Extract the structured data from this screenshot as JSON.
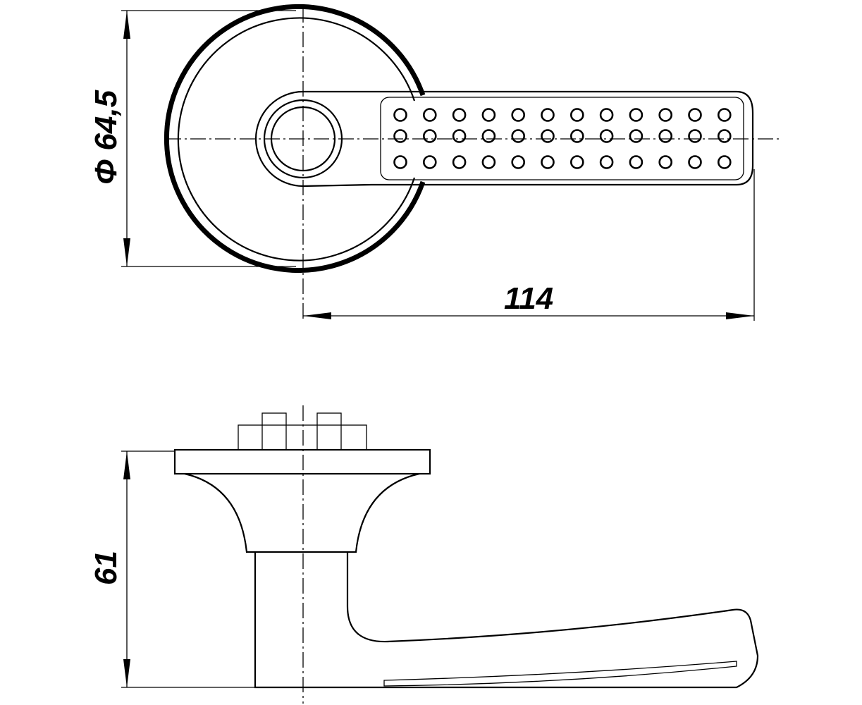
{
  "drawing": {
    "top_view": {
      "diameter_label": "Φ 64,5",
      "length_label": "114",
      "grip_dots": {
        "rows": 3,
        "columns": 12
      }
    },
    "side_view": {
      "height_label": "61"
    }
  }
}
